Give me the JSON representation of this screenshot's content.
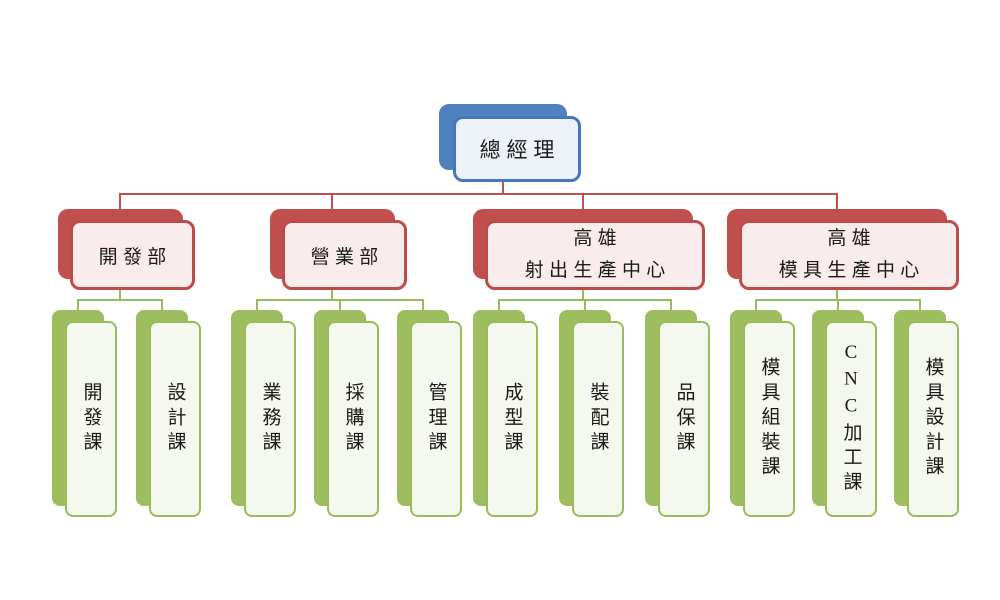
{
  "org": {
    "root": {
      "label": "總經理"
    },
    "departments": [
      {
        "lines": [
          "開發部"
        ],
        "sections": [
          "開發課",
          "設計課"
        ]
      },
      {
        "lines": [
          "營業部"
        ],
        "sections": [
          "業務課",
          "採購課",
          "管理課"
        ]
      },
      {
        "lines": [
          "高雄",
          "射出生產中心"
        ],
        "sections": [
          "成型課",
          "裝配課",
          "品保課"
        ]
      },
      {
        "lines": [
          "高雄",
          "模具生產中心"
        ],
        "sections": [
          "模具組裝課",
          "CNC加工課",
          "模具設計課"
        ]
      }
    ]
  },
  "palette": {
    "executive_blue": "#4F81BD",
    "department_red": "#C0504D",
    "section_green": "#9BBB59"
  }
}
